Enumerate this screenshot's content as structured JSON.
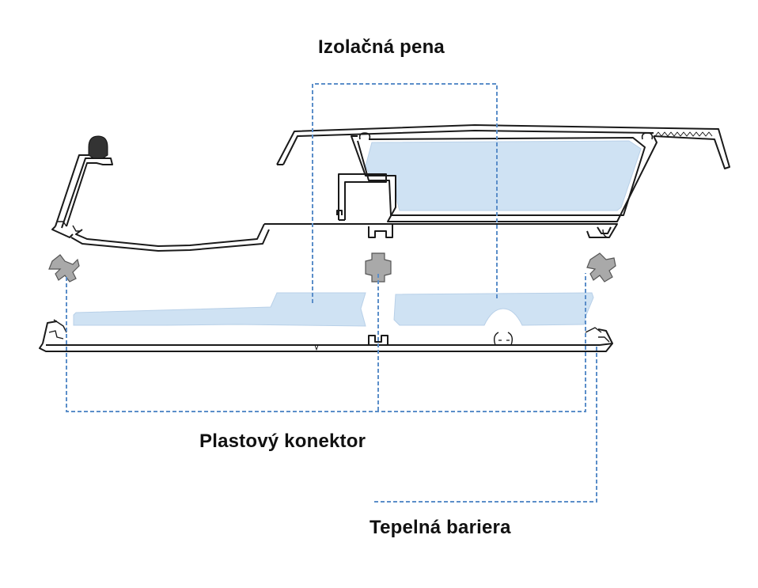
{
  "labels": {
    "insulating_foam": "Izolačná pena",
    "plastic_connector": "Plastový konektor",
    "thermal_barrier": "Tepelná bariera"
  },
  "colors": {
    "profile_outline": "#1a1a1a",
    "foam_fill": "#cfe2f3",
    "connector_fill": "#a9a9a9",
    "gasket_fill": "#333333",
    "leader_line": "#5b8ec9"
  }
}
